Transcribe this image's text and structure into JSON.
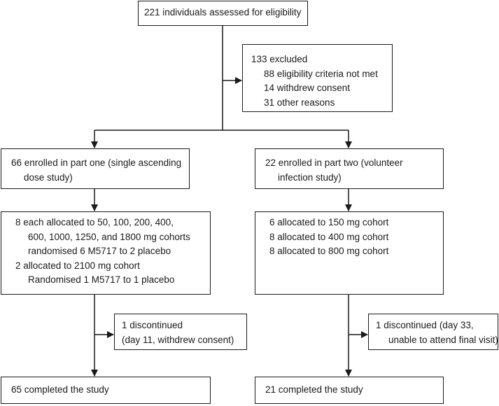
{
  "assessed": "221 individuals assessed for eligibility",
  "excluded": {
    "title": "133 excluded",
    "items": [
      "88 eligibility criteria not met",
      "14 withdrew consent",
      "31 other reasons"
    ]
  },
  "part_one": {
    "enrolled": [
      "66 enrolled in part one (single ascending",
      "dose study)"
    ],
    "allocation": [
      "8 each allocated to 50, 100, 200, 400,",
      "600, 1000, 1250, and 1800 mg cohorts",
      "randomised 6 M5717 to 2 placebo",
      "2 allocated to 2100 mg cohort",
      "Randomised 1 M5717 to 1 placebo"
    ],
    "discontinued": [
      "1 discontinued",
      "(day 11, withdrew consent)"
    ],
    "completed": "65 completed the study"
  },
  "part_two": {
    "enrolled": [
      "22 enrolled in part two (volunteer",
      "infection study)"
    ],
    "allocation": [
      "6 allocated to 150 mg cohort",
      "8 allocated to 400 mg cohort",
      "8 allocated to 800 mg cohort"
    ],
    "discontinued": [
      "1 discontinued (day 33,",
      "unable to attend final visit)"
    ],
    "completed": "21 completed the study"
  }
}
